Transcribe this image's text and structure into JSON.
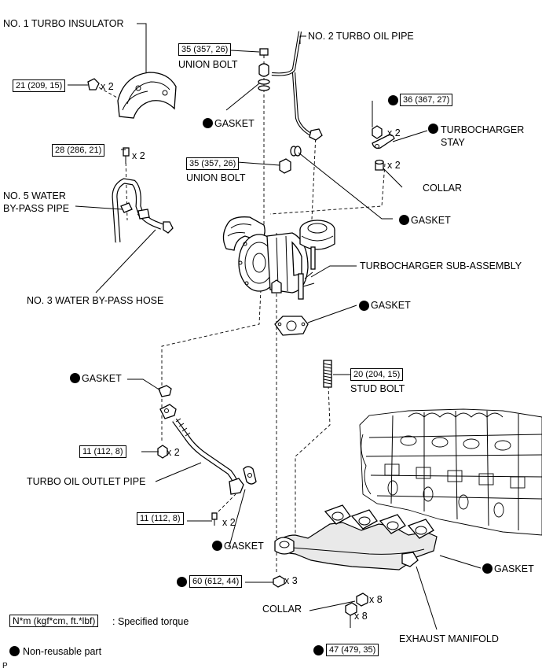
{
  "labels": {
    "turbo_insulator": "NO. 1 TURBO INSULATOR",
    "turbo_oil_pipe": "NO. 2 TURBO OIL PIPE",
    "union_bolt_top": "UNION BOLT",
    "gasket_top": "GASKET",
    "turbocharger_stay": "TURBOCHARGER\nSTAY",
    "union_bolt_mid": "UNION BOLT",
    "collar_right": "COLLAR",
    "gasket_right": "GASKET",
    "water_bypass_pipe": "NO. 5 WATER\nBY-PASS PIPE",
    "water_bypass_hose": "NO. 3 WATER BY-PASS HOSE",
    "turbo_sub_assembly": "TURBOCHARGER SUB-ASSEMBLY",
    "gasket_flange": "GASKET",
    "gasket_left": "GASKET",
    "stud_bolt": "STUD BOLT",
    "oil_outlet_pipe": "TURBO OIL OUTLET PIPE",
    "gasket_bottom": "GASKET",
    "gasket_manifold": "GASKET",
    "collar_bottom": "COLLAR",
    "exhaust_manifold": "EXHAUST MANIFOLD"
  },
  "torques": {
    "insulator_bolt": "21 (209, 15)",
    "union_bolt_top": "35 (357, 26)",
    "stay_nut": "36 (367, 27)",
    "water_pipe_bolt": "28 (286, 21)",
    "union_bolt_mid": "35 (357, 26)",
    "stud_bolt": "20 (204, 15)",
    "outlet_nut": "11 (112, 8)",
    "outlet_bolt": "11 (112, 8)",
    "manifold_nut": "60 (612, 44)",
    "collar_nut": "47 (479, 35)"
  },
  "quantities": {
    "insulator_bolt": "x 2",
    "water_pipe_bolt": "x 2",
    "stay_nut": "x 2",
    "collar_right": "x 2",
    "outlet_nut": "x 2",
    "outlet_bolt": "x 2",
    "manifold_nut": "x 3",
    "collar_bottom": "x 8",
    "collar_nut": "x 8"
  },
  "legend": {
    "torque_box": "N*m (kgf*cm, ft.*lbf)",
    "torque_text": ": Specified torque",
    "nonreusable_text": "Non-reusable part"
  },
  "figure_code": "P",
  "colors": {
    "ink": "#000000",
    "paper": "#ffffff"
  },
  "icons": {
    "nonreusable_marker": "filled-circle"
  }
}
